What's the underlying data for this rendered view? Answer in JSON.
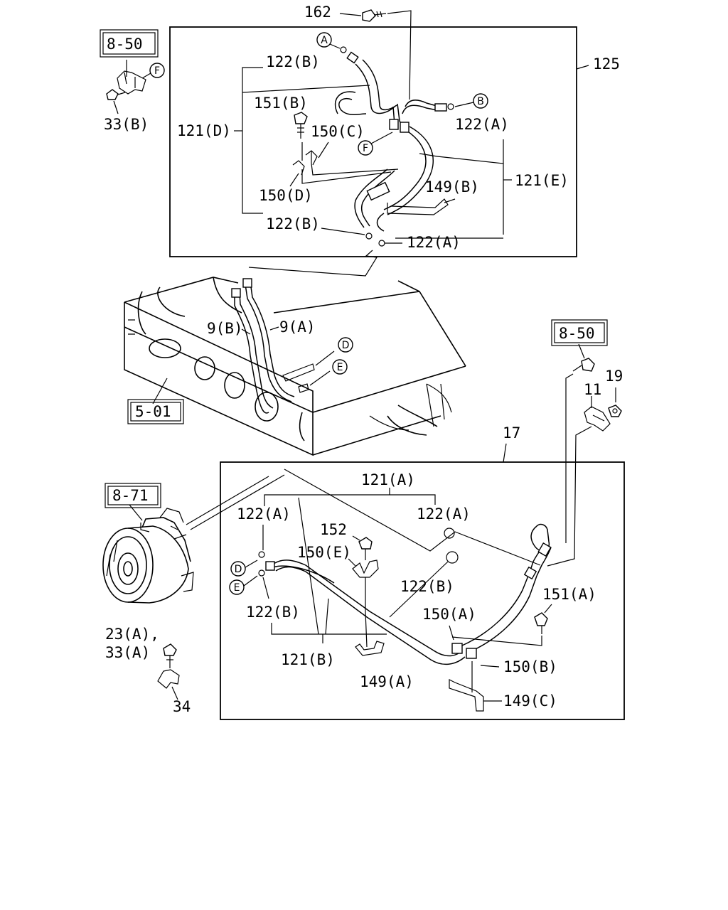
{
  "labels": {
    "l162": "162",
    "l125": "125",
    "l122b_top": "122(B)",
    "l151b": "151(B)",
    "l121d": "121(D)",
    "l150c": "150(C)",
    "l150d": "150(D)",
    "l122a_top": "122(A)",
    "l121e": "121(E)",
    "l149b": "149(B)",
    "l122b_mid": "122(B)",
    "l122a_mid": "122(A)",
    "l33b": "33(B)",
    "l9b": "9(B)",
    "l9a": "9(A)",
    "l19": "19",
    "l11": "11",
    "l17": "17",
    "l121a": "121(A)",
    "l122a_l": "122(A)",
    "l122a_r": "122(A)",
    "l152": "152",
    "l150e": "150(E)",
    "l122b_c": "122(B)",
    "l151a": "151(A)",
    "l122b_l": "122(B)",
    "l150a": "150(A)",
    "l121b": "121(B)",
    "l150b": "150(B)",
    "l149a": "149(A)",
    "l149c": "149(C)",
    "l23a": "23(A),",
    "l33a": "33(A)",
    "l34": "34"
  },
  "refs": {
    "r850_top": "8-50",
    "r850_right": "8-50",
    "r501": "5-01",
    "r871": "8-71"
  },
  "connectors": {
    "A": "A",
    "B": "B",
    "F": "F",
    "D": "D",
    "E": "E"
  }
}
